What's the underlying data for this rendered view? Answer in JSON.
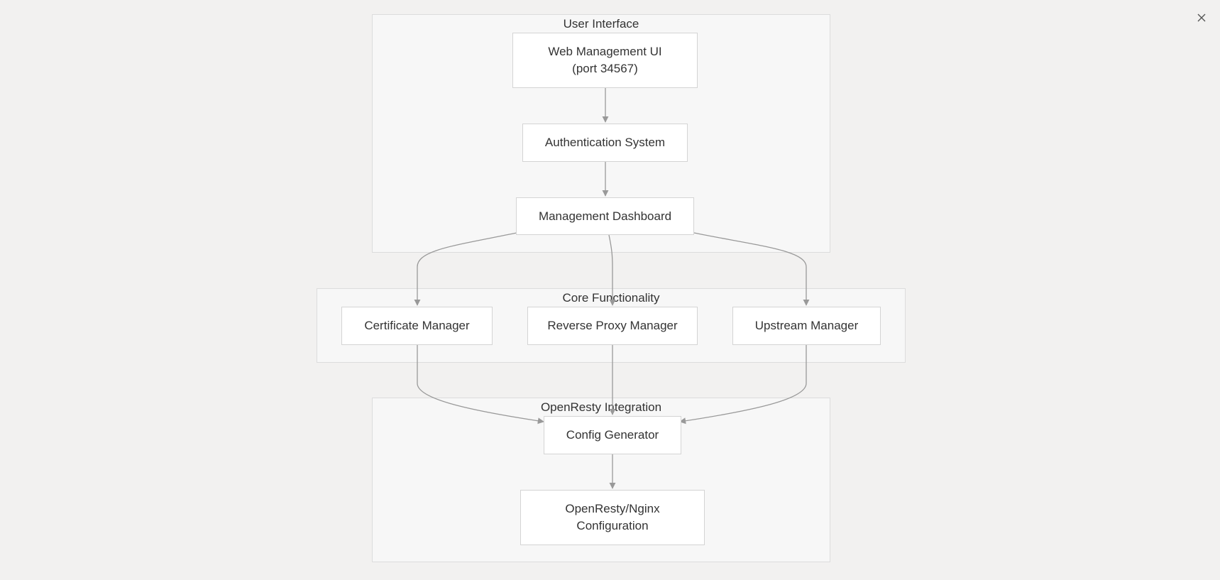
{
  "clusters": {
    "user_interface": "User Interface",
    "core_functionality": "Core Functionality",
    "openresty_integration": "OpenResty Integration"
  },
  "nodes": {
    "web_ui": "Web Management UI\n(port 34567)",
    "auth": "Authentication System",
    "dashboard": "Management Dashboard",
    "cert": "Certificate Manager",
    "proxy": "Reverse Proxy Manager",
    "upstream": "Upstream Manager",
    "config_gen": "Config Generator",
    "openresty_conf": "OpenResty/Nginx\nConfiguration"
  },
  "edges": [
    {
      "from": "web_ui",
      "to": "auth"
    },
    {
      "from": "auth",
      "to": "dashboard"
    },
    {
      "from": "dashboard",
      "to": "cert"
    },
    {
      "from": "dashboard",
      "to": "proxy"
    },
    {
      "from": "dashboard",
      "to": "upstream"
    },
    {
      "from": "cert",
      "to": "config_gen"
    },
    {
      "from": "proxy",
      "to": "config_gen"
    },
    {
      "from": "upstream",
      "to": "config_gen"
    },
    {
      "from": "config_gen",
      "to": "openresty_conf"
    }
  ],
  "colors": {
    "background": "#f2f1f0",
    "cluster_fill": "#f7f7f7",
    "node_fill": "#ffffff",
    "edge": "#999999"
  },
  "icons": {
    "close": "close-icon"
  }
}
